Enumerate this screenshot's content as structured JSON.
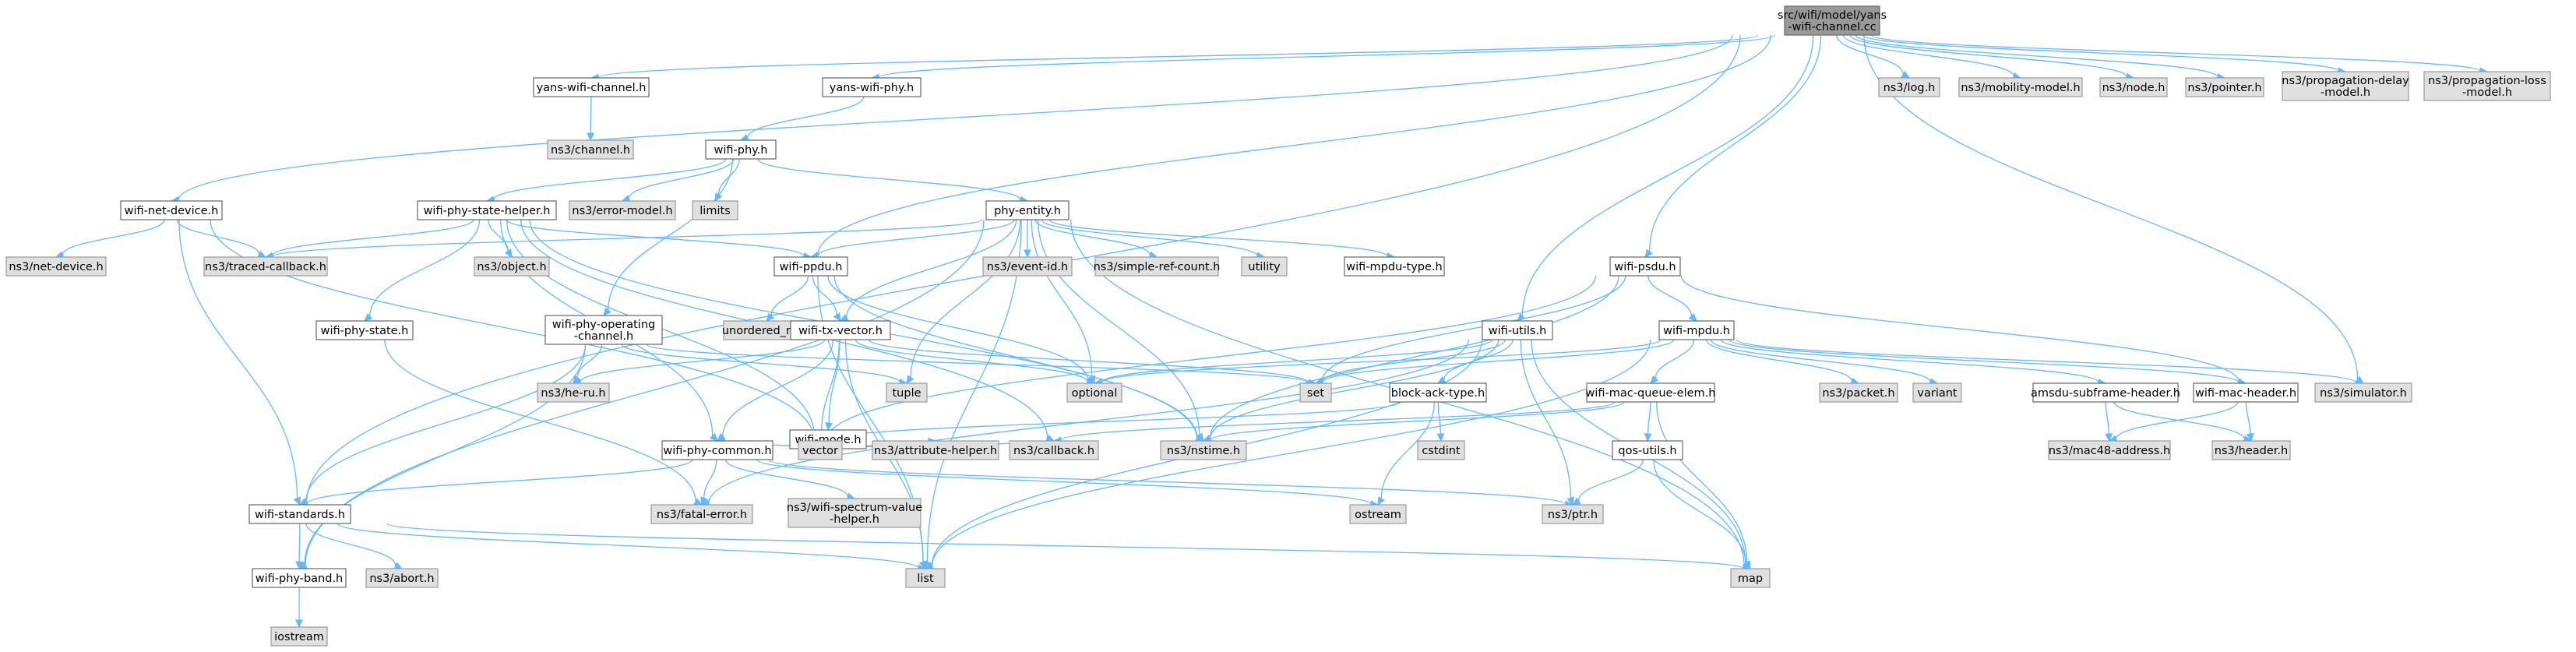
{
  "graph": {
    "title": "src/wifi/model/yans-wifi-channel.cc",
    "colors": {
      "root_fill": "#999999",
      "file_fill": "#ffffff",
      "external_fill": "#e0e0e0",
      "node_border_root": "#666666",
      "node_border_file": "#666666",
      "node_border_external": "#999999",
      "edge": "#63b8ff",
      "text": "#000000"
    },
    "nodes": [
      {
        "id": "root",
        "lines": [
          "src/wifi/model/yans",
          "-wifi-channel.cc"
        ],
        "kind": "root"
      },
      {
        "id": "yans-wifi-channel-h",
        "lines": [
          "yans-wifi-channel.h"
        ],
        "kind": "file"
      },
      {
        "id": "yans-wifi-phy-h",
        "lines": [
          "yans-wifi-phy.h"
        ],
        "kind": "file"
      },
      {
        "id": "ns3-channel-h",
        "lines": [
          "ns3/channel.h"
        ],
        "kind": "external"
      },
      {
        "id": "wifi-phy-h",
        "lines": [
          "wifi-phy.h"
        ],
        "kind": "file"
      },
      {
        "id": "ns3-log-h",
        "lines": [
          "ns3/log.h"
        ],
        "kind": "external"
      },
      {
        "id": "ns3-mobility-model-h",
        "lines": [
          "ns3/mobility-model.h"
        ],
        "kind": "external"
      },
      {
        "id": "ns3-node-h",
        "lines": [
          "ns3/node.h"
        ],
        "kind": "external"
      },
      {
        "id": "ns3-pointer-h",
        "lines": [
          "ns3/pointer.h"
        ],
        "kind": "external"
      },
      {
        "id": "ns3-propagation-delay-model-h",
        "lines": [
          "ns3/propagation-delay",
          "-model.h"
        ],
        "kind": "external"
      },
      {
        "id": "ns3-propagation-loss-model-h",
        "lines": [
          "ns3/propagation-loss",
          "-model.h"
        ],
        "kind": "external"
      },
      {
        "id": "wifi-net-device-h",
        "lines": [
          "wifi-net-device.h"
        ],
        "kind": "file"
      },
      {
        "id": "wifi-phy-state-helper-h",
        "lines": [
          "wifi-phy-state-helper.h"
        ],
        "kind": "file"
      },
      {
        "id": "ns3-error-model-h",
        "lines": [
          "ns3/error-model.h"
        ],
        "kind": "external"
      },
      {
        "id": "limits",
        "lines": [
          "limits"
        ],
        "kind": "external"
      },
      {
        "id": "phy-entity-h",
        "lines": [
          "phy-entity.h"
        ],
        "kind": "file"
      },
      {
        "id": "ns3-net-device-h",
        "lines": [
          "ns3/net-device.h"
        ],
        "kind": "external"
      },
      {
        "id": "ns3-traced-callback-h",
        "lines": [
          "ns3/traced-callback.h"
        ],
        "kind": "external"
      },
      {
        "id": "ns3-object-h",
        "lines": [
          "ns3/object.h"
        ],
        "kind": "external"
      },
      {
        "id": "wifi-ppdu-h",
        "lines": [
          "wifi-ppdu.h"
        ],
        "kind": "file"
      },
      {
        "id": "ns3-event-id-h",
        "lines": [
          "ns3/event-id.h"
        ],
        "kind": "external"
      },
      {
        "id": "ns3-simple-ref-count-h",
        "lines": [
          "ns3/simple-ref-count.h"
        ],
        "kind": "external"
      },
      {
        "id": "utility",
        "lines": [
          "utility"
        ],
        "kind": "external"
      },
      {
        "id": "wifi-mpdu-type-h",
        "lines": [
          "wifi-mpdu-type.h"
        ],
        "kind": "file"
      },
      {
        "id": "wifi-psdu-h",
        "lines": [
          "wifi-psdu.h"
        ],
        "kind": "file"
      },
      {
        "id": "unordered-map",
        "lines": [
          "unordered_map"
        ],
        "kind": "external"
      },
      {
        "id": "wifi-phy-state-h",
        "lines": [
          "wifi-phy-state.h"
        ],
        "kind": "file"
      },
      {
        "id": "wifi-phy-operating-channel-h",
        "lines": [
          "wifi-phy-operating",
          "-channel.h"
        ],
        "kind": "file"
      },
      {
        "id": "wifi-tx-vector-h",
        "lines": [
          "wifi-tx-vector.h"
        ],
        "kind": "file"
      },
      {
        "id": "wifi-utils-h",
        "lines": [
          "wifi-utils.h"
        ],
        "kind": "file"
      },
      {
        "id": "wifi-mpdu-h",
        "lines": [
          "wifi-mpdu.h"
        ],
        "kind": "file"
      },
      {
        "id": "optional",
        "lines": [
          "optional"
        ],
        "kind": "external"
      },
      {
        "id": "tuple",
        "lines": [
          "tuple"
        ],
        "kind": "external"
      },
      {
        "id": "ns3-he-ru-h",
        "lines": [
          "ns3/he-ru.h"
        ],
        "kind": "external"
      },
      {
        "id": "set",
        "lines": [
          "set"
        ],
        "kind": "external"
      },
      {
        "id": "block-ack-type-h",
        "lines": [
          "block-ack-type.h"
        ],
        "kind": "file"
      },
      {
        "id": "wifi-mac-queue-elem-h",
        "lines": [
          "wifi-mac-queue-elem.h"
        ],
        "kind": "file"
      },
      {
        "id": "ns3-packet-h",
        "lines": [
          "ns3/packet.h"
        ],
        "kind": "external"
      },
      {
        "id": "variant",
        "lines": [
          "variant"
        ],
        "kind": "external"
      },
      {
        "id": "amsdu-subframe-header-h",
        "lines": [
          "amsdu-subframe-header.h"
        ],
        "kind": "file"
      },
      {
        "id": "wifi-mac-header-h",
        "lines": [
          "wifi-mac-header.h"
        ],
        "kind": "file"
      },
      {
        "id": "ns3-simulator-h",
        "lines": [
          "ns3/simulator.h"
        ],
        "kind": "external"
      },
      {
        "id": "wifi-mode-h",
        "lines": [
          "wifi-mode.h"
        ],
        "kind": "file"
      },
      {
        "id": "vector",
        "lines": [
          "vector"
        ],
        "kind": "external"
      },
      {
        "id": "ns3-attribute-helper-h",
        "lines": [
          "ns3/attribute-helper.h"
        ],
        "kind": "external"
      },
      {
        "id": "ns3-callback-h",
        "lines": [
          "ns3/callback.h"
        ],
        "kind": "external"
      },
      {
        "id": "ns3-nstime-h",
        "lines": [
          "ns3/nstime.h"
        ],
        "kind": "external"
      },
      {
        "id": "cstdint",
        "lines": [
          "cstdint"
        ],
        "kind": "external"
      },
      {
        "id": "ns3-mac48-address-h",
        "lines": [
          "ns3/mac48-address.h"
        ],
        "kind": "external"
      },
      {
        "id": "ns3-header-h",
        "lines": [
          "ns3/header.h"
        ],
        "kind": "external"
      },
      {
        "id": "wifi-phy-common-h",
        "lines": [
          "wifi-phy-common.h"
        ],
        "kind": "file"
      },
      {
        "id": "qos-utils-h",
        "lines": [
          "qos-utils.h"
        ],
        "kind": "file"
      },
      {
        "id": "wifi-standards-h",
        "lines": [
          "wifi-standards.h"
        ],
        "kind": "file"
      },
      {
        "id": "ns3-fatal-error-h",
        "lines": [
          "ns3/fatal-error.h"
        ],
        "kind": "external"
      },
      {
        "id": "ns3-wifi-spectrum-value-helper-h",
        "lines": [
          "ns3/wifi-spectrum-value",
          "-helper.h"
        ],
        "kind": "external"
      },
      {
        "id": "ostream",
        "lines": [
          "ostream"
        ],
        "kind": "external"
      },
      {
        "id": "ns3-ptr-h",
        "lines": [
          "ns3/ptr.h"
        ],
        "kind": "external"
      },
      {
        "id": "wifi-phy-band-h",
        "lines": [
          "wifi-phy-band.h"
        ],
        "kind": "file"
      },
      {
        "id": "ns3-abort-h",
        "lines": [
          "ns3/abort.h"
        ],
        "kind": "external"
      },
      {
        "id": "list",
        "lines": [
          "list"
        ],
        "kind": "external"
      },
      {
        "id": "map",
        "lines": [
          "map"
        ],
        "kind": "external"
      },
      {
        "id": "iostream",
        "lines": [
          "iostream"
        ],
        "kind": "external"
      }
    ],
    "edges": [
      [
        "root",
        "yans-wifi-channel-h"
      ],
      [
        "root",
        "yans-wifi-phy-h"
      ],
      [
        "root",
        "ns3-log-h"
      ],
      [
        "root",
        "ns3-mobility-model-h"
      ],
      [
        "root",
        "ns3-node-h"
      ],
      [
        "root",
        "ns3-pointer-h"
      ],
      [
        "root",
        "ns3-propagation-delay-model-h"
      ],
      [
        "root",
        "ns3-propagation-loss-model-h"
      ],
      [
        "root",
        "wifi-net-device-h"
      ],
      [
        "root",
        "wifi-ppdu-h"
      ],
      [
        "root",
        "wifi-psdu-h"
      ],
      [
        "root",
        "wifi-utils-h"
      ],
      [
        "root",
        "ns3-simulator-h"
      ],
      [
        "root",
        "wifi-standards-h"
      ],
      [
        "yans-wifi-channel-h",
        "ns3-channel-h"
      ],
      [
        "yans-wifi-phy-h",
        "wifi-phy-h"
      ],
      [
        "wifi-phy-h",
        "wifi-phy-state-helper-h"
      ],
      [
        "wifi-phy-h",
        "ns3-error-model-h"
      ],
      [
        "wifi-phy-h",
        "limits"
      ],
      [
        "wifi-phy-h",
        "phy-entity-h"
      ],
      [
        "wifi-phy-h",
        "wifi-phy-operating-channel-h"
      ],
      [
        "wifi-net-device-h",
        "ns3-net-device-h"
      ],
      [
        "wifi-net-device-h",
        "ns3-traced-callback-h"
      ],
      [
        "wifi-net-device-h",
        "wifi-standards-h"
      ],
      [
        "wifi-net-device-h",
        "vector"
      ],
      [
        "wifi-phy-state-helper-h",
        "ns3-traced-callback-h"
      ],
      [
        "wifi-phy-state-helper-h",
        "ns3-object-h"
      ],
      [
        "wifi-phy-state-helper-h",
        "wifi-ppdu-h"
      ],
      [
        "wifi-phy-state-helper-h",
        "wifi-phy-state-h"
      ],
      [
        "wifi-phy-state-helper-h",
        "ns3-nstime-h"
      ],
      [
        "wifi-phy-state-helper-h",
        "ns3-callback-h"
      ],
      [
        "wifi-phy-state-helper-h",
        "vector"
      ],
      [
        "wifi-phy-state-helper-h",
        "wifi-phy-common-h"
      ],
      [
        "phy-entity-h",
        "ns3-traced-callback-h"
      ],
      [
        "phy-entity-h",
        "wifi-ppdu-h"
      ],
      [
        "phy-entity-h",
        "ns3-event-id-h"
      ],
      [
        "phy-entity-h",
        "ns3-simple-ref-count-h"
      ],
      [
        "phy-entity-h",
        "utility"
      ],
      [
        "phy-entity-h",
        "wifi-mpdu-type-h"
      ],
      [
        "phy-entity-h",
        "wifi-tx-vector-h"
      ],
      [
        "phy-entity-h",
        "optional"
      ],
      [
        "phy-entity-h",
        "tuple"
      ],
      [
        "phy-entity-h",
        "map"
      ],
      [
        "phy-entity-h",
        "list"
      ],
      [
        "phy-entity-h",
        "ns3-nstime-h"
      ],
      [
        "phy-entity-h",
        "wifi-phy-band-h"
      ],
      [
        "wifi-ppdu-h",
        "unordered-map"
      ],
      [
        "wifi-ppdu-h",
        "wifi-tx-vector-h"
      ],
      [
        "wifi-ppdu-h",
        "optional"
      ],
      [
        "wifi-ppdu-h",
        "ns3-nstime-h"
      ],
      [
        "wifi-ppdu-h",
        "list"
      ],
      [
        "wifi-psdu-h",
        "wifi-mpdu-h"
      ],
      [
        "wifi-psdu-h",
        "wifi-mac-header-h"
      ],
      [
        "wifi-psdu-h",
        "set"
      ],
      [
        "wifi-psdu-h",
        "vector"
      ],
      [
        "wifi-psdu-h",
        "ns3-nstime-h"
      ],
      [
        "wifi-phy-state-h",
        "ns3-fatal-error-h"
      ],
      [
        "wifi-phy-operating-channel-h",
        "ns3-he-ru-h"
      ],
      [
        "wifi-phy-operating-channel-h",
        "set"
      ],
      [
        "wifi-phy-operating-channel-h",
        "tuple"
      ],
      [
        "wifi-phy-operating-channel-h",
        "wifi-standards-h"
      ],
      [
        "wifi-phy-operating-channel-h",
        "wifi-phy-band-h"
      ],
      [
        "wifi-tx-vector-h",
        "ns3-he-ru-h"
      ],
      [
        "wifi-tx-vector-h",
        "optional"
      ],
      [
        "wifi-tx-vector-h",
        "set"
      ],
      [
        "wifi-tx-vector-h",
        "wifi-mode-h"
      ],
      [
        "wifi-tx-vector-h",
        "vector"
      ],
      [
        "wifi-tx-vector-h",
        "wifi-phy-common-h"
      ],
      [
        "wifi-tx-vector-h",
        "list"
      ],
      [
        "wifi-utils-h",
        "block-ack-type-h"
      ],
      [
        "wifi-utils-h",
        "set"
      ],
      [
        "wifi-utils-h",
        "optional"
      ],
      [
        "wifi-utils-h",
        "ns3-nstime-h"
      ],
      [
        "wifi-utils-h",
        "ns3-fatal-error-h"
      ],
      [
        "wifi-utils-h",
        "ns3-ptr-h"
      ],
      [
        "wifi-utils-h",
        "list"
      ],
      [
        "wifi-utils-h",
        "map"
      ],
      [
        "wifi-mpdu-h",
        "wifi-mac-queue-elem-h"
      ],
      [
        "wifi-mpdu-h",
        "ns3-packet-h"
      ],
      [
        "wifi-mpdu-h",
        "variant"
      ],
      [
        "wifi-mpdu-h",
        "amsdu-subframe-header-h"
      ],
      [
        "wifi-mpdu-h",
        "wifi-mac-header-h"
      ],
      [
        "wifi-mpdu-h",
        "ns3-simulator-h"
      ],
      [
        "wifi-mpdu-h",
        "set"
      ],
      [
        "wifi-mpdu-h",
        "optional"
      ],
      [
        "wifi-mpdu-h",
        "list"
      ],
      [
        "block-ack-type-h",
        "vector"
      ],
      [
        "block-ack-type-h",
        "cstdint"
      ],
      [
        "block-ack-type-h",
        "ostream"
      ],
      [
        "wifi-mac-queue-elem-h",
        "ns3-callback-h"
      ],
      [
        "wifi-mac-queue-elem-h",
        "ns3-nstime-h"
      ],
      [
        "wifi-mac-queue-elem-h",
        "qos-utils-h"
      ],
      [
        "wifi-mac-queue-elem-h",
        "map"
      ],
      [
        "amsdu-subframe-header-h",
        "ns3-mac48-address-h"
      ],
      [
        "amsdu-subframe-header-h",
        "ns3-header-h"
      ],
      [
        "wifi-mac-header-h",
        "ns3-mac48-address-h"
      ],
      [
        "wifi-mac-header-h",
        "ns3-header-h"
      ],
      [
        "wifi-mode-h",
        "wifi-phy-common-h"
      ],
      [
        "wifi-mode-h",
        "vector"
      ],
      [
        "wifi-mode-h",
        "ns3-attribute-helper-h"
      ],
      [
        "wifi-mode-h",
        "ns3-callback-h"
      ],
      [
        "wifi-phy-common-h",
        "wifi-standards-h"
      ],
      [
        "wifi-phy-common-h",
        "ns3-fatal-error-h"
      ],
      [
        "wifi-phy-common-h",
        "ns3-wifi-spectrum-value-helper-h"
      ],
      [
        "wifi-phy-common-h",
        "ostream"
      ],
      [
        "wifi-phy-common-h",
        "ns3-ptr-h"
      ],
      [
        "qos-utils-h",
        "ns3-ptr-h"
      ],
      [
        "qos-utils-h",
        "map"
      ],
      [
        "wifi-standards-h",
        "wifi-phy-band-h"
      ],
      [
        "wifi-standards-h",
        "ns3-abort-h"
      ],
      [
        "wifi-standards-h",
        "list"
      ],
      [
        "wifi-standards-h",
        "map"
      ],
      [
        "wifi-phy-band-h",
        "iostream"
      ]
    ]
  }
}
